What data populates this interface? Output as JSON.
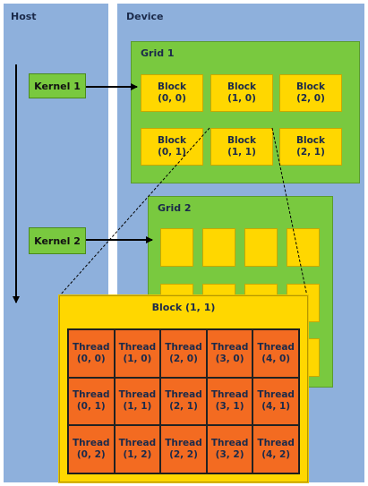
{
  "host": {
    "title": "Host"
  },
  "device": {
    "title": "Device"
  },
  "kernels": [
    {
      "label": "Kernel 1"
    },
    {
      "label": "Kernel 2"
    }
  ],
  "grid1": {
    "title": "Grid 1",
    "blocks": [
      {
        "name": "Block",
        "coord": "(0, 0)"
      },
      {
        "name": "Block",
        "coord": "(1, 0)"
      },
      {
        "name": "Block",
        "coord": "(2, 0)"
      },
      {
        "name": "Block",
        "coord": "(0, 1)"
      },
      {
        "name": "Block",
        "coord": "(1, 1)"
      },
      {
        "name": "Block",
        "coord": "(2, 1)"
      }
    ]
  },
  "grid2": {
    "title": "Grid 2"
  },
  "block_detail": {
    "title": "Block (1, 1)",
    "threads": [
      {
        "name": "Thread",
        "coord": "(0, 0)"
      },
      {
        "name": "Thread",
        "coord": "(1, 0)"
      },
      {
        "name": "Thread",
        "coord": "(2, 0)"
      },
      {
        "name": "Thread",
        "coord": "(3, 0)"
      },
      {
        "name": "Thread",
        "coord": "(4, 0)"
      },
      {
        "name": "Thread",
        "coord": "(0, 1)"
      },
      {
        "name": "Thread",
        "coord": "(1, 1)"
      },
      {
        "name": "Thread",
        "coord": "(2, 1)"
      },
      {
        "name": "Thread",
        "coord": "(3, 1)"
      },
      {
        "name": "Thread",
        "coord": "(4, 1)"
      },
      {
        "name": "Thread",
        "coord": "(0, 2)"
      },
      {
        "name": "Thread",
        "coord": "(1, 2)"
      },
      {
        "name": "Thread",
        "coord": "(2, 2)"
      },
      {
        "name": "Thread",
        "coord": "(3, 2)"
      },
      {
        "name": "Thread",
        "coord": "(4, 2)"
      }
    ]
  },
  "colors": {
    "panel": "#8eb0dc",
    "grid": "#79c93f",
    "block": "#ffd700",
    "thread": "#f36b21"
  }
}
